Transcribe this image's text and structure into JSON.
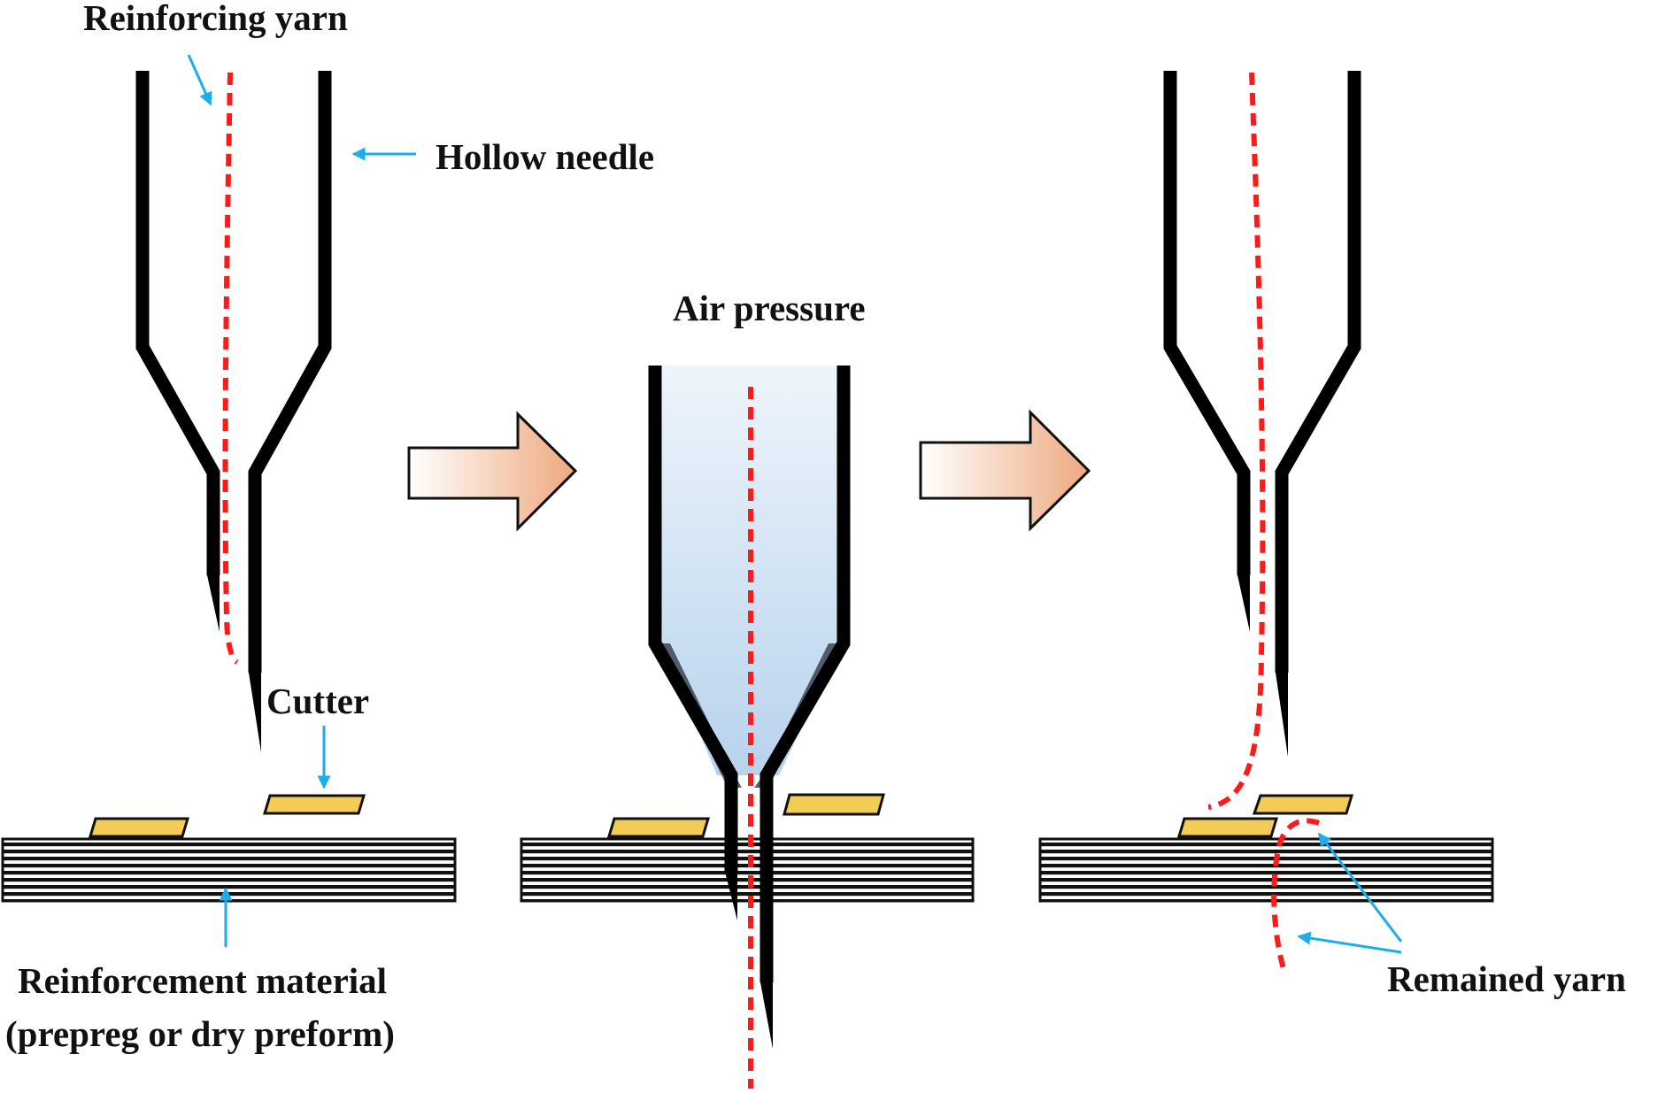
{
  "labels": {
    "reinforcing_yarn": "Reinforcing yarn",
    "hollow_needle": "Hollow needle",
    "air_pressure": "Air pressure",
    "cutter": "Cutter",
    "reinforcement_material_line1": "Reinforcement material",
    "reinforcement_material_line2": "(prepreg or dry preform)",
    "remained_yarn": "Remained yarn"
  },
  "colors": {
    "yarn": "#ff1a1a",
    "annotation_arrow": "#1aaeea",
    "cutter_fill": "#f2cc57",
    "needle": "#000000",
    "air_fill_top": "#eef5fc",
    "air_fill_bottom": "#b8d3ec",
    "step_arrow_start": "#ffffff",
    "step_arrow_end": "#eea97f"
  }
}
